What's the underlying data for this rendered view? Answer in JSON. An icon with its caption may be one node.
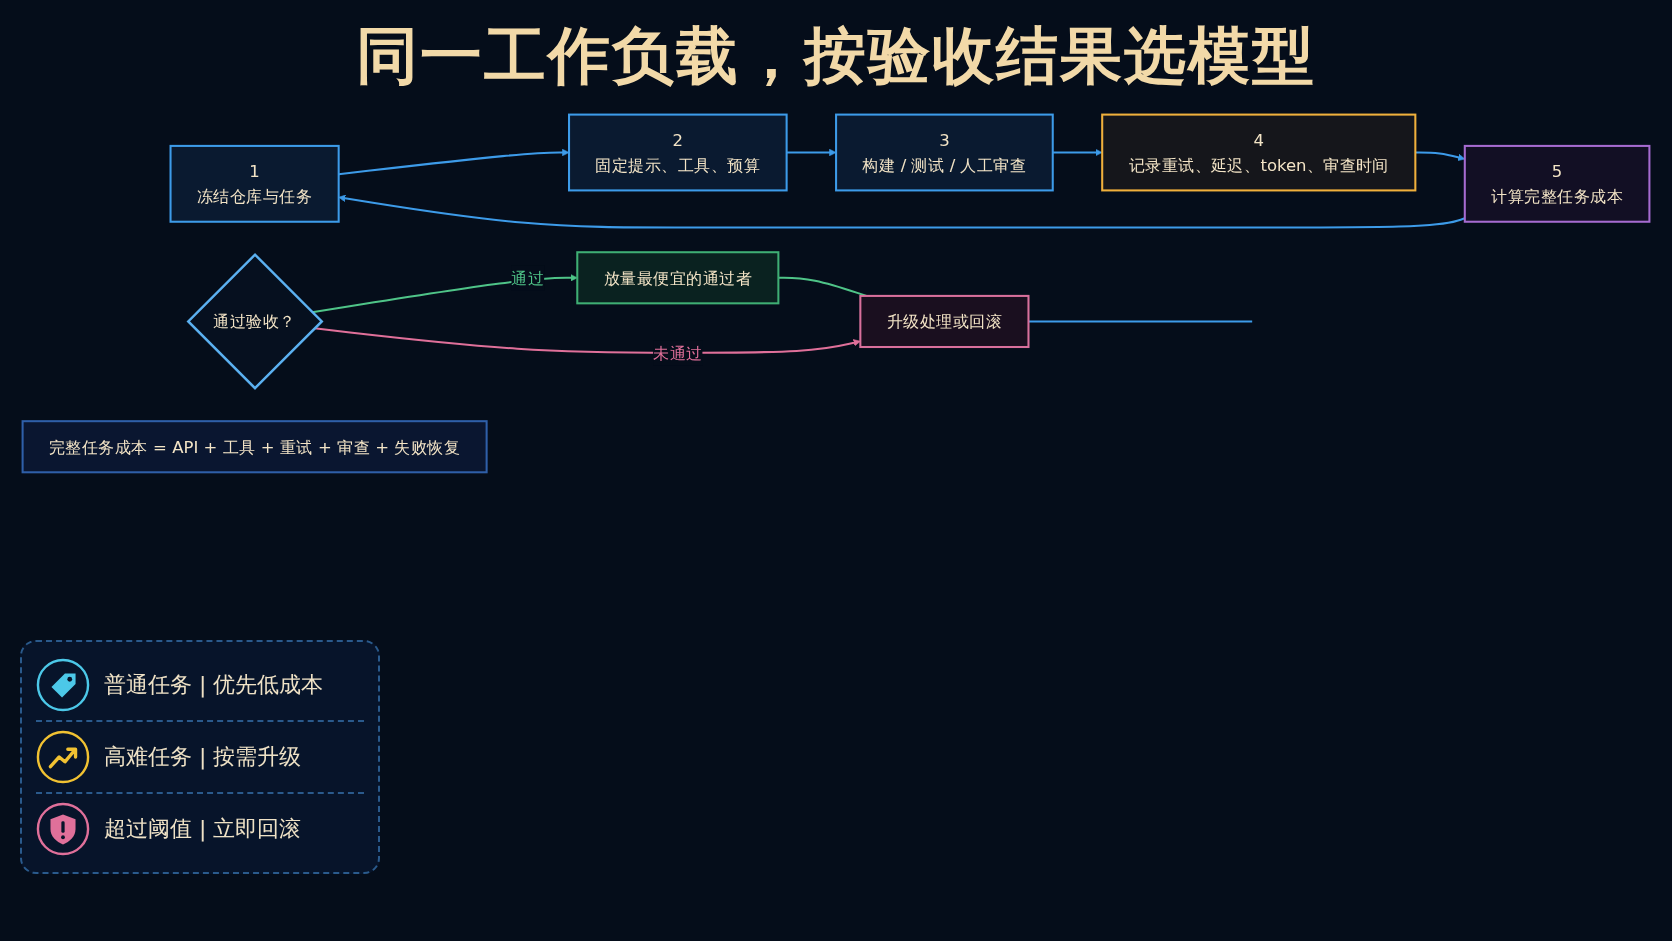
{
  "diagram": {
    "title": "同一工作负载，按验收结果选模型",
    "nodes": [
      {
        "text": [
          "1",
          "冻结仓库与任务"
        ]
      },
      {
        "text": [
          "2",
          "固定提示、工具、预算"
        ]
      },
      {
        "text": [
          "3",
          "构建 / 测试 / 人工审查"
        ]
      },
      {
        "text": [
          "4",
          "记录重试、延迟、token、审查时间"
        ]
      },
      {
        "text": [
          "5",
          "计算完整任务成本"
        ]
      },
      {
        "text": [
          "通过验收？"
        ]
      },
      {
        "text": [
          "放量最便宜的通过者"
        ]
      },
      {
        "text": [
          "升级处理或回滚"
        ]
      },
      {
        "text": [
          "完整任务成本 = API + 工具 + 重试 + 审查 + 失败恢复"
        ]
      }
    ],
    "edges": [
      {
        "from": 0,
        "to": 1,
        "arrow": "to"
      },
      {
        "from": 1,
        "to": 2,
        "arrow": "to"
      },
      {
        "from": 2,
        "to": 3,
        "arrow": "to"
      },
      {
        "from": 3,
        "to": 4,
        "arrow": "to"
      },
      {
        "from": 4,
        "to": 0,
        "arrow": "to"
      },
      {
        "from": 5,
        "to": 6,
        "arrow": "to",
        "label": "通过",
        "color": "#4fc488"
      },
      {
        "from": 5,
        "to": 7,
        "arrow": "to",
        "label": "未通过",
        "color": "#e0709a"
      },
      {
        "from": 6,
        "to": 7,
        "arrow": "none",
        "color": "#4fc488"
      },
      {
        "from": 7,
        "to": null,
        "arrow": "none"
      }
    ],
    "legend": [
      {
        "text": "普通任务 | 优先低成本"
      },
      {
        "text": "高难任务 | 按需升级"
      },
      {
        "text": "超过阈值 | 立即回滚"
      }
    ]
  }
}
